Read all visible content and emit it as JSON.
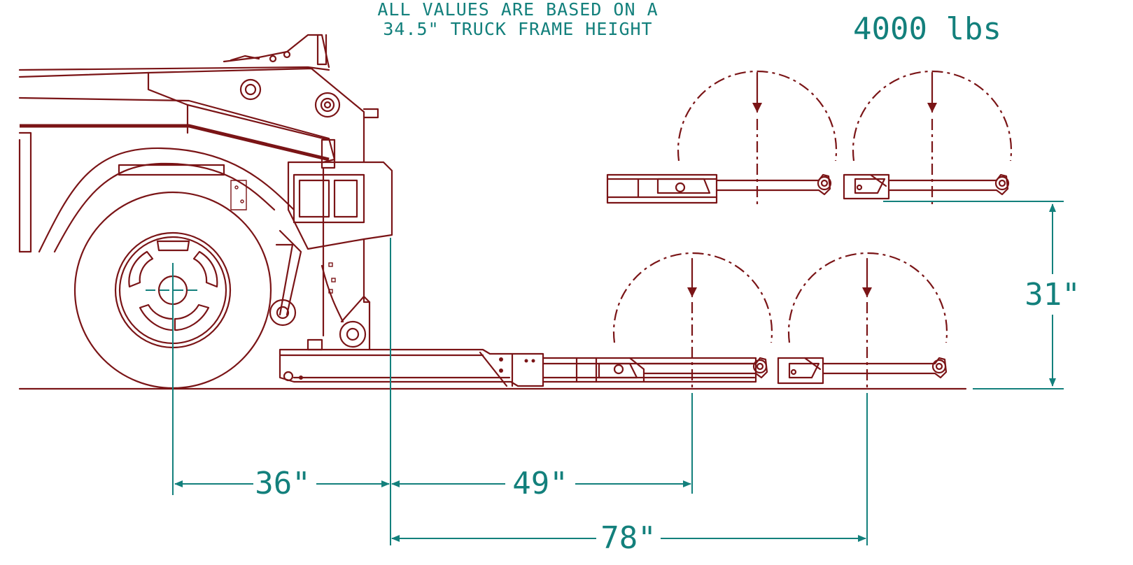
{
  "note": {
    "line1": "ALL VALUES ARE BASED ON A",
    "line2": "34.5\" TRUCK FRAME HEIGHT"
  },
  "capacity": "4000 lbs",
  "dimensions": {
    "wheel_to_frame": "36\"",
    "frame_to_first_load": "49\"",
    "frame_to_second_load": "78\"",
    "lift_height": "31\""
  },
  "colors": {
    "drawing": "#7a1416",
    "annotation": "#13807c"
  }
}
